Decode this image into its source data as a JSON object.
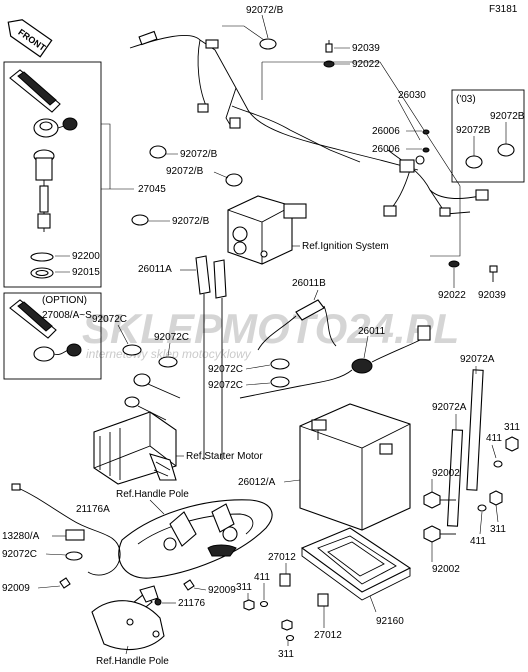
{
  "figure_code": "F3181",
  "front_label": "FRONT",
  "watermark": {
    "brand": "SKLEPMOTO24.PL",
    "tagline": "internetowy sklep motocyklowy"
  },
  "parts": {
    "p92072B_top": "92072/B",
    "p92039_a": "92039",
    "p92022_a": "92022",
    "p26030": "26030",
    "p26006_a": "26006",
    "p26006_b": "26006",
    "p03": "('03)",
    "p92072B_r1": "92072B",
    "p92072B_r2": "92072B",
    "p92072B_l1": "92072/B",
    "p92072B_l2": "92072/B",
    "p27045": "27045",
    "p92072B_l3": "92072/B",
    "p92200": "92200",
    "p92015": "92015",
    "p26011A": "26011A",
    "ref_ignition": "Ref.Ignition System",
    "p92022_b": "92022",
    "p92039_b": "92039",
    "p26011B": "26011B",
    "option": "(OPTION)",
    "p27008": "27008/A~S",
    "p92072C_a": "92072C",
    "p92072C_b": "92072C",
    "p26011": "26011",
    "p92072C_c": "92072C",
    "p92072C_d": "92072C",
    "p92072A_a": "92072A",
    "p92072A_b": "92072A",
    "p311_a": "311",
    "p411_a": "411",
    "ref_starter": "Ref.Starter Motor",
    "p26012A": "26012/A",
    "p92002_a": "92002",
    "ref_handle_a": "Ref.Handle Pole",
    "p21176A": "21176A",
    "p13280A": "13280/A",
    "p92072C_e": "92072C",
    "p411_b": "411",
    "p311_b": "311",
    "p92002_b": "92002",
    "p27012_a": "27012",
    "p92009_a": "92009",
    "p92009_b": "92009",
    "p311_c": "311",
    "p411_c": "411",
    "p21176": "21176",
    "p92160": "92160",
    "p27012_b": "27012",
    "p311_d": "311",
    "ref_handle_b": "Ref.Handle Pole"
  },
  "colors": {
    "line": "#000000",
    "background": "#ffffff",
    "watermark": "#c8c8c8"
  }
}
